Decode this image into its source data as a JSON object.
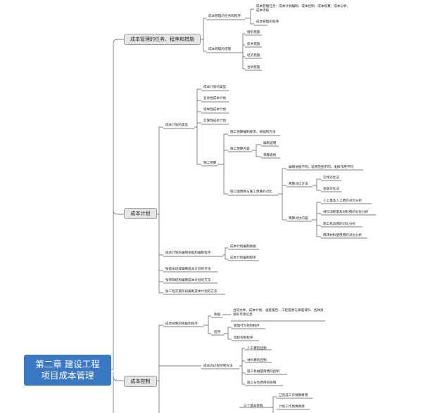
{
  "root": {
    "line1": "第二章 建设工程",
    "line2": "项目成本管理"
  },
  "branches": {
    "tasks": "成本管理的任务、程序和措施",
    "plan": "成本计划",
    "control": "成本控制"
  },
  "tasks": {
    "task_program": "成本管理的任务和程序",
    "tasks_text": "成本管理任务：成本计划编制、成本控制、成本核算、成本分析、成本考核",
    "program": "成本管理的程序",
    "measures": "成本管理的措施",
    "measure_items": [
      "组织措施",
      "技术措施",
      "经济措施",
      "合同措施"
    ]
  },
  "plan": {
    "types": "成本计划的类型",
    "type_items": [
      "成本计划的类型",
      "竞争性成本计划",
      "指导性成本计划",
      "实施性成本计划"
    ],
    "budget": "施工预算",
    "budget_method": "施工预算编制要求、依据和方法",
    "budget_content": "施工预算内容",
    "budget_content_items": [
      "编制说明",
      "预算表格"
    ],
    "compare": "施工图预算与施工预算的对比",
    "compare_diff": "编制依据不同、适用范围不同、发挥作用不同",
    "compare_methods": "两算对比方法",
    "compare_method_items": [
      "实物对比法",
      "金额对比法"
    ],
    "compare_contents": "两算对比内容",
    "compare_content_items": [
      "人工量及人工费的对比分析",
      "材料消耗量及材料费的对比分析",
      "施工机具费的对比分析",
      "周转材料使用费的对比分析"
    ],
    "basis_program": "成本计划的编制依据和编制程序",
    "basis_items": [
      "成本计划编制依据",
      "成本计划编制程序"
    ],
    "methods": [
      "按成本组成编制成本计划的方法",
      "按项目结构编制成本计划的方法",
      "按工程实施阶段编制成本计划的方法"
    ]
  },
  "control": {
    "basis_program": "成本控制的依据和程序",
    "basis": "依据",
    "basis_text": "合同文件、成本计划、进度报告、工程变更与索赔资料、各种资源的市场信息",
    "program": "程序",
    "program_items": [
      "管理行为控制程序",
      "指标控制程序"
    ],
    "process": "成本的过程控制方法",
    "process_items": [
      "人工费的控制",
      "材料费的控制",
      "施工机械使用费的控制",
      "施工分包费用的控制"
    ],
    "three_params": "三个基本参数",
    "param_items": [
      "已完成工作预算费用",
      "计划工作预算费用"
    ]
  }
}
